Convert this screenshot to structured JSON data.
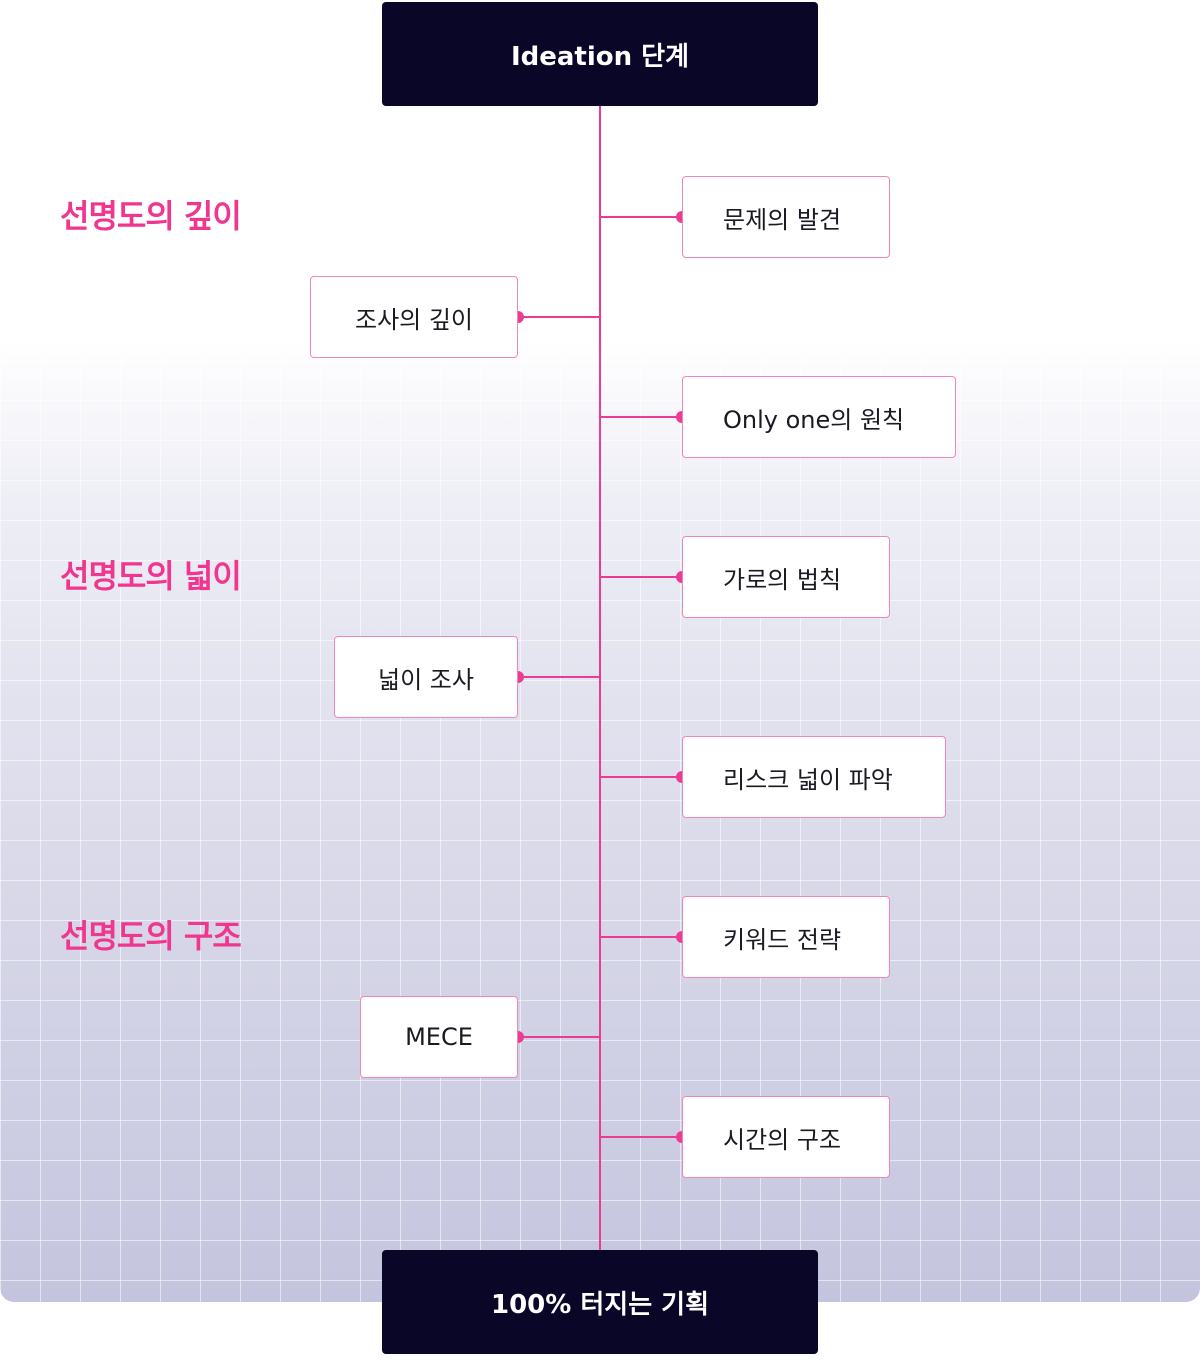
{
  "top_terminal": "Ideation 단계",
  "bottom_terminal": "100% 터지는 기획",
  "colors": {
    "accent": "#ec3b92",
    "title_pink": "#f0368e",
    "terminal_bg": "#0a0628",
    "node_border": "#ef86bb"
  },
  "sections": [
    {
      "title": "선명도의 깊이"
    },
    {
      "title": "선명도의 넓이"
    },
    {
      "title": "선명도의 구조"
    }
  ],
  "nodes": [
    {
      "label": "문제의 발견",
      "side": "right"
    },
    {
      "label": "조사의 깊이",
      "side": "left"
    },
    {
      "label": "Only one의 원칙",
      "side": "right"
    },
    {
      "label": "가로의 법칙",
      "side": "right"
    },
    {
      "label": "넓이 조사",
      "side": "left"
    },
    {
      "label": "리스크 넓이 파악",
      "side": "right"
    },
    {
      "label": "키워드 전략",
      "side": "right"
    },
    {
      "label": "MECE",
      "side": "left"
    },
    {
      "label": "시간의 구조",
      "side": "right"
    }
  ]
}
